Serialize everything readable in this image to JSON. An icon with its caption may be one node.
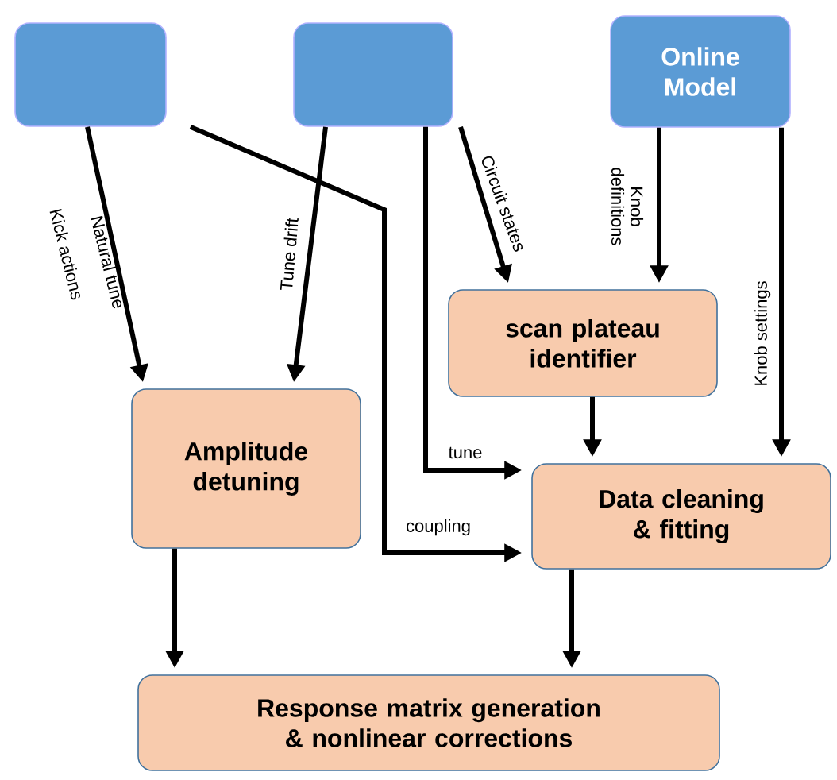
{
  "diagram": {
    "nodes": [
      {
        "text": [],
        "shape": "box"
      },
      {
        "text": [],
        "shape": "box"
      },
      {
        "text": [
          "Online Model"
        ]
      },
      {
        "text": [
          "scan plateau identifier"
        ]
      },
      {
        "text": [
          "Amplitude detuning"
        ]
      },
      {
        "text": [
          "Data cleaning & fitting"
        ]
      },
      {
        "text": [
          "Response matrix generation & nonlinear corrections"
        ]
      }
    ],
    "edges": [
      {
        "from": 0,
        "to": 4,
        "arrow": "to",
        "label": "Natural tune"
      },
      {
        "from": 0,
        "to": 5,
        "arrow": "to",
        "label": "coupling"
      },
      {
        "from": 1,
        "to": 4,
        "arrow": "to",
        "label": "Tune drift"
      },
      {
        "from": 1,
        "to": 5,
        "arrow": "to",
        "label": "tune"
      },
      {
        "from": 1,
        "to": 3,
        "arrow": "to",
        "label": "Circuit states"
      },
      {
        "from": 2,
        "to": 3,
        "arrow": "to",
        "label": "Knob definitions"
      },
      {
        "from": 2,
        "to": 5,
        "arrow": "to",
        "label": "Knob settings"
      },
      {
        "from": 3,
        "to": 5,
        "arrow": "to"
      },
      {
        "from": 4,
        "to": 6,
        "arrow": "to"
      },
      {
        "from": 5,
        "to": 6,
        "arrow": "to"
      }
    ],
    "labels": [
      "Kick actions"
    ]
  }
}
